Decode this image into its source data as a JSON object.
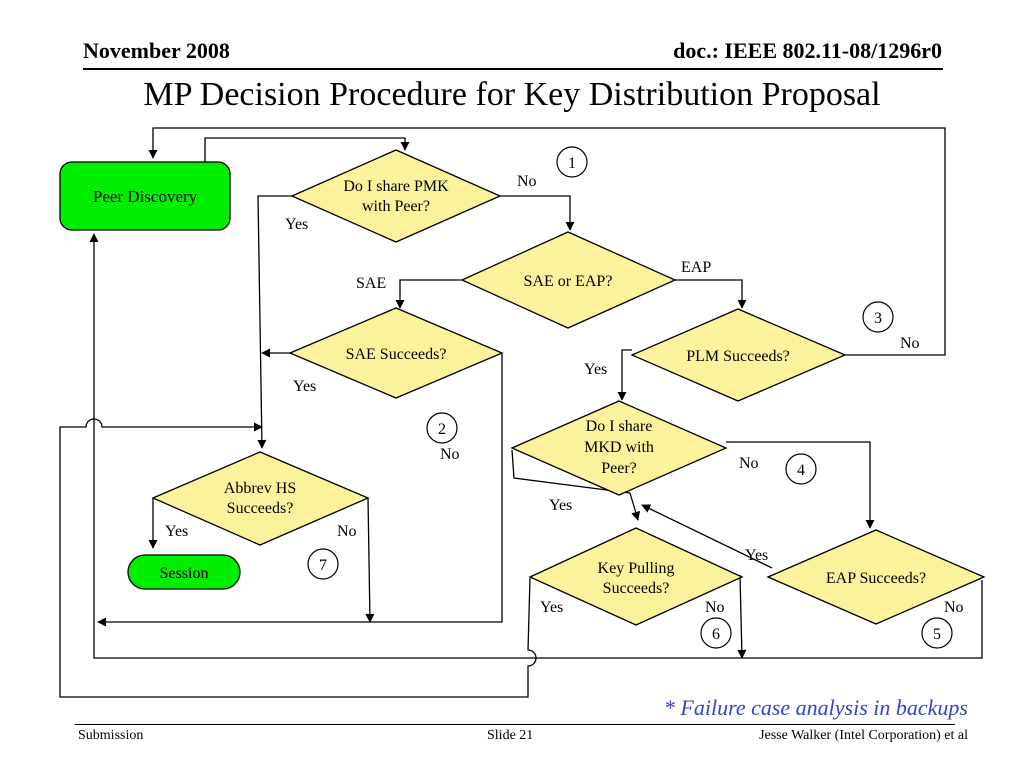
{
  "header": {
    "date": "November 2008",
    "doc_id": "doc.: IEEE 802.11-08/1296r0"
  },
  "title": "MP Decision Procedure for Key Distribution Proposal",
  "colors": {
    "terminal_fill": "#00ee00",
    "decision_fill": "#fbf39b",
    "note_text": "#3344cc"
  },
  "nodes": {
    "peer_discovery": "Peer Discovery",
    "share_pmk": [
      "Do I share PMK",
      "with Peer?"
    ],
    "sae_or_eap": "SAE or EAP?",
    "sae_succeeds": "SAE Succeeds?",
    "plm_succeeds": "PLM Succeeds?",
    "share_mkd": [
      "Do I share",
      "MKD with",
      "Peer?"
    ],
    "abbrev_hs": [
      "Abbrev HS",
      "Succeeds?"
    ],
    "session": "Session",
    "key_pulling": [
      "Key Pulling",
      "Succeeds?"
    ],
    "eap_succeeds": "EAP Succeeds?"
  },
  "edge_labels": {
    "pmk_no": "No",
    "pmk_yes": "Yes",
    "sae": "SAE",
    "eap": "EAP",
    "plm_no": "No",
    "plm_yes": "Yes",
    "sae_yes": "Yes",
    "sae_no": "No",
    "mkd_no": "No",
    "mkd_yes": "Yes",
    "eap_yes": "Yes",
    "abbrev_yes": "Yes",
    "abbrev_no": "No",
    "kp_yes": "Yes",
    "kp_no": "No",
    "eap_no": "No"
  },
  "markers": {
    "m1": "1",
    "m2": "2",
    "m3": "3",
    "m4": "4",
    "m5": "5",
    "m6": "6",
    "m7": "7"
  },
  "note": "* Failure case analysis in backups",
  "footer": {
    "left": "Submission",
    "center": "Slide 21",
    "right": "Jesse Walker (Intel Corporation) et al"
  }
}
